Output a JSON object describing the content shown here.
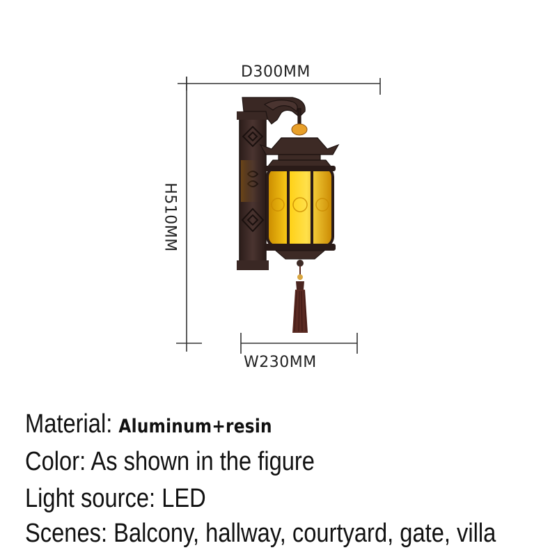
{
  "dimensions": {
    "depth": "D300MM",
    "height": "H510MM",
    "width": "W230MM"
  },
  "specs": {
    "material_label": "Material: ",
    "material_value": "Aluminum+resin",
    "color_label": "Color: ",
    "color_value": "As shown in the figure",
    "light_label": "Light source: ",
    "light_value": "LED",
    "scenes_label": "Scenes: ",
    "scenes_value": "Balcony, hallway, courtyard, gate, villa"
  },
  "product_image": {
    "icon": "chinese-lantern-wall-lamp-icon",
    "colors": {
      "frame": "#3d2a25",
      "glass": "#f7c300",
      "glass_light": "#ffe04a",
      "bead": "#e8a02a",
      "tassel": "#5a2a22"
    }
  }
}
